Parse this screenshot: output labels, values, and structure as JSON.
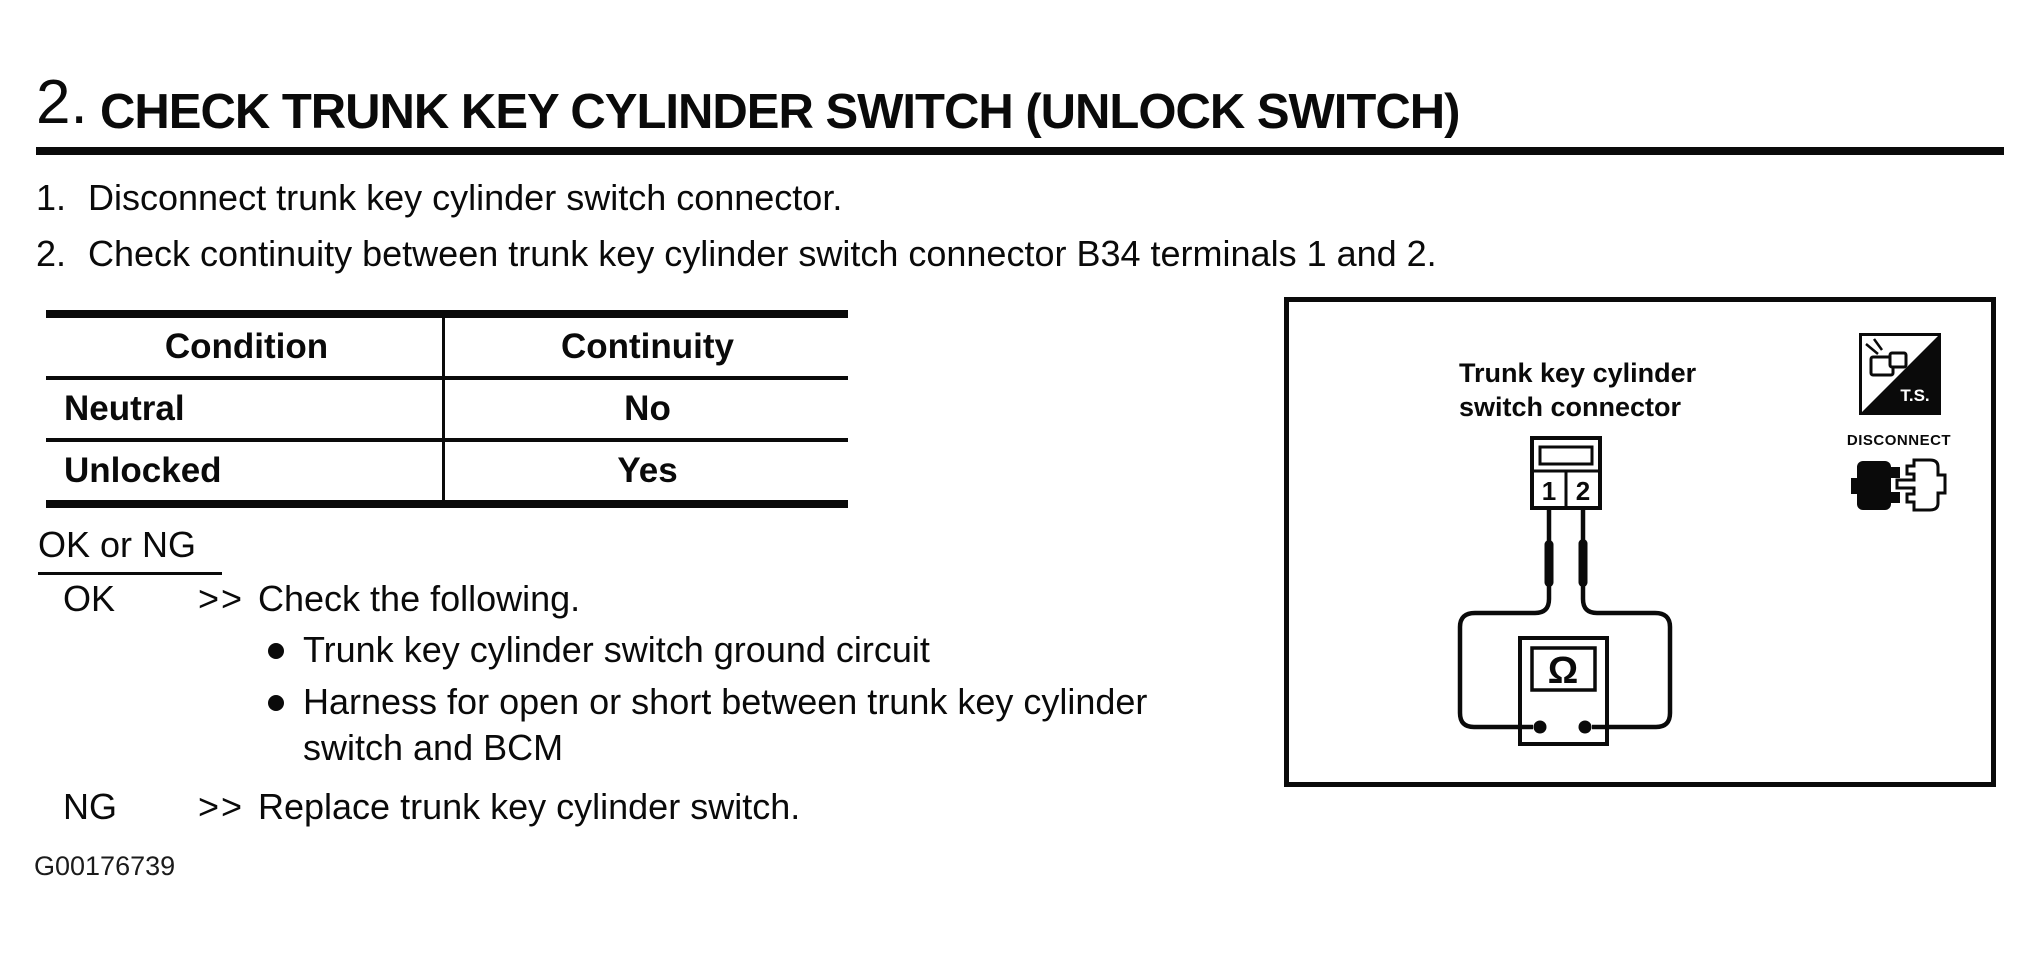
{
  "page": {
    "background": "#ffffff",
    "ink": "#0a0a0a"
  },
  "header": {
    "number": "2.",
    "title": "CHECK TRUNK KEY CYLINDER SWITCH (UNLOCK SWITCH)"
  },
  "steps": [
    {
      "num": "1.",
      "text": "Disconnect trunk key cylinder switch connector."
    },
    {
      "num": "2.",
      "text": "Check continuity between trunk key cylinder switch connector B34 terminals 1 and 2."
    }
  ],
  "table": {
    "headers": [
      "Condition",
      "Continuity"
    ],
    "rows": [
      {
        "condition": "Neutral",
        "continuity": "No"
      },
      {
        "condition": "Unlocked",
        "continuity": "Yes"
      }
    ]
  },
  "decision": {
    "label": "OK or NG",
    "arrow": ">>",
    "ok": {
      "name": "OK",
      "action": "Check the following.",
      "bullet1": {
        "line1": "Trunk key cylinder switch ground circuit"
      },
      "bullet2": {
        "line1": "Harness for open or short between trunk key cylinder",
        "line2": "switch and BCM"
      }
    },
    "ng": {
      "name": "NG",
      "action": "Replace trunk key cylinder switch."
    }
  },
  "figure": {
    "label_line1": "Trunk key cylinder",
    "label_line2": "switch connector",
    "ts_label": "T.S.",
    "disconnect_label": "DISCONNECT",
    "terminal_1": "1",
    "terminal_2": "2",
    "meter_symbol": "Ω"
  },
  "figure_id": "G00176739",
  "icons": {
    "ts": "tester-symbol-icon",
    "disconnect": "disconnect-connector-icon",
    "ohmmeter": "ohmmeter-icon"
  }
}
